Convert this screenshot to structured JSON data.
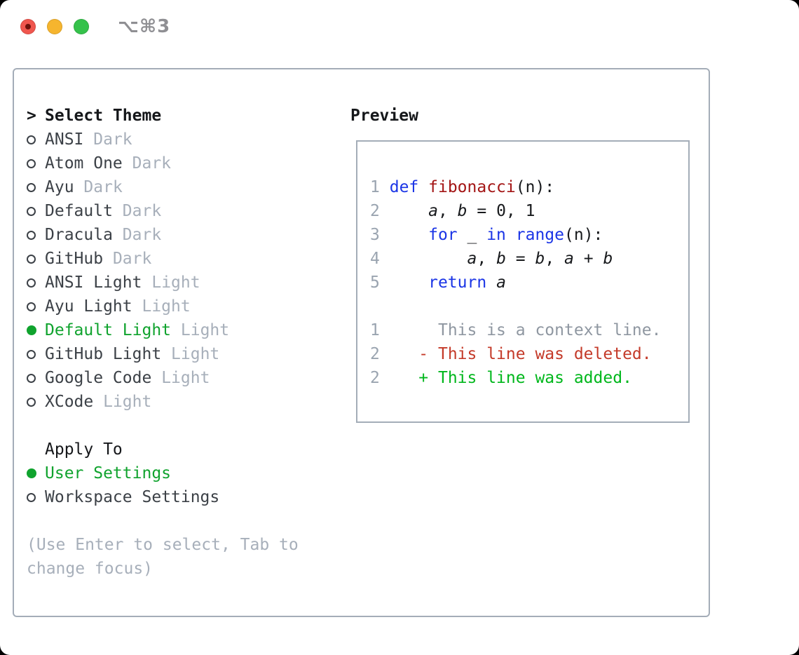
{
  "palette": {
    "window-bg": "#ffffff",
    "border": "#a4adb8",
    "heading": "#15171a",
    "item": "#3c4147",
    "muted": "#a7afba",
    "green": "#10a32e",
    "blue": "#1b35e6",
    "func-red": "#a31515",
    "removed-red": "#c43a29",
    "added-green": "#00b71c",
    "line-no": "#9aa4b0",
    "ctx-gray": "#8f97a1",
    "code-plain": "#17191c",
    "titlebar-text": "#8f8f93",
    "light-red": "#f0564e",
    "light-red-dot": "#6d120c",
    "light-yellow": "#f6b52e",
    "light-green": "#35c24b"
  },
  "window": {
    "title": "⌥⌘3"
  },
  "theme_select": {
    "prompt": ">",
    "heading": "Select Theme",
    "options": [
      {
        "name": "ANSI",
        "tag": "Dark",
        "selected": false
      },
      {
        "name": "Atom One",
        "tag": "Dark",
        "selected": false
      },
      {
        "name": "Ayu",
        "tag": "Dark",
        "selected": false
      },
      {
        "name": "Default",
        "tag": "Dark",
        "selected": false
      },
      {
        "name": "Dracula",
        "tag": "Dark",
        "selected": false
      },
      {
        "name": "GitHub",
        "tag": "Dark",
        "selected": false
      },
      {
        "name": "ANSI Light",
        "tag": "Light",
        "selected": false
      },
      {
        "name": "Ayu Light",
        "tag": "Light",
        "selected": false
      },
      {
        "name": "Default Light",
        "tag": "Light",
        "selected": true
      },
      {
        "name": "GitHub Light",
        "tag": "Light",
        "selected": false
      },
      {
        "name": "Google Code",
        "tag": "Light",
        "selected": false
      },
      {
        "name": "XCode",
        "tag": "Light",
        "selected": false
      }
    ]
  },
  "apply_to": {
    "heading": "Apply To",
    "options": [
      {
        "name": "User Settings",
        "selected": true
      },
      {
        "name": "Workspace Settings",
        "selected": false
      }
    ]
  },
  "help_text": [
    "(Use Enter to select, Tab to",
    "change focus)"
  ],
  "preview": {
    "heading": "Preview",
    "code_lines": [
      {
        "num": "1",
        "segments": [
          {
            "t": "def",
            "c": "kw"
          },
          {
            "t": " "
          },
          {
            "t": "fibonacci",
            "c": "fn"
          },
          {
            "t": "(n):"
          }
        ]
      },
      {
        "num": "2",
        "segments": [
          {
            "t": "    "
          },
          {
            "t": "a",
            "i": true
          },
          {
            "t": ", "
          },
          {
            "t": "b",
            "i": true
          },
          {
            "t": " = 0, 1"
          }
        ]
      },
      {
        "num": "3",
        "segments": [
          {
            "t": "    "
          },
          {
            "t": "for",
            "c": "kw"
          },
          {
            "t": " _ "
          },
          {
            "t": "in",
            "c": "kw"
          },
          {
            "t": " "
          },
          {
            "t": "range",
            "c": "kw"
          },
          {
            "t": "(n):"
          }
        ]
      },
      {
        "num": "4",
        "segments": [
          {
            "t": "        "
          },
          {
            "t": "a",
            "i": true
          },
          {
            "t": ", "
          },
          {
            "t": "b",
            "i": true
          },
          {
            "t": " = "
          },
          {
            "t": "b",
            "i": true
          },
          {
            "t": ", "
          },
          {
            "t": "a",
            "i": true
          },
          {
            "t": " + "
          },
          {
            "t": "b",
            "i": true
          }
        ]
      },
      {
        "num": "5",
        "segments": [
          {
            "t": "    "
          },
          {
            "t": "return",
            "c": "kw"
          },
          {
            "t": " "
          },
          {
            "t": "a",
            "i": true
          }
        ]
      }
    ],
    "diff_lines": [
      {
        "num": "1",
        "marker": " ",
        "text": "This is a context line.",
        "kind": "ctx"
      },
      {
        "num": "2",
        "marker": "-",
        "text": "This line was deleted.",
        "kind": "rem"
      },
      {
        "num": "2",
        "marker": "+",
        "text": "This line was added.",
        "kind": "add"
      }
    ]
  }
}
